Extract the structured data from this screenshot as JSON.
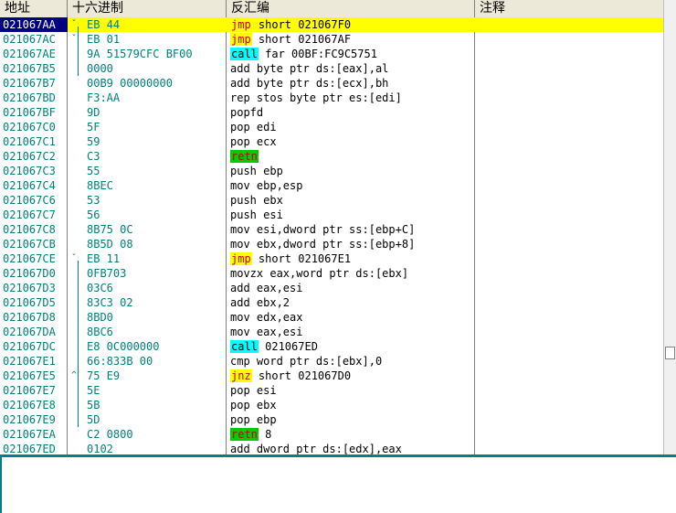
{
  "headers": {
    "address": "地址",
    "hex": "十六进制",
    "disasm": "反汇编",
    "comment": "注释"
  },
  "colors": {
    "selection": "#ffff00",
    "address": "#008080",
    "jmp_bg": "#ffff00",
    "call_bg": "#00ffff",
    "ret_bg": "#00cc00"
  },
  "rows": [
    {
      "addr": "021067AA",
      "hex": "EB 44",
      "mn": "jmp",
      "mn_type": "jmp",
      "ops": " short 021067F0",
      "sel": true,
      "jump": "v"
    },
    {
      "addr": "021067AC",
      "hex": "EB 01",
      "mn": "jmp",
      "mn_type": "jmp",
      "ops": " short 021067AF",
      "jump": "v"
    },
    {
      "addr": "021067AE",
      "hex": "9A 51579CFC BF00",
      "mn": "call",
      "mn_type": "call",
      "ops": " far 00BF:FC9C5751"
    },
    {
      "addr": "021067B5",
      "hex": "0000",
      "mn": "",
      "mn_type": "",
      "ops": "add byte ptr ds:[eax],al"
    },
    {
      "addr": "021067B7",
      "hex": "00B9 00000000",
      "mn": "",
      "mn_type": "",
      "ops": "add byte ptr ds:[ecx],bh"
    },
    {
      "addr": "021067BD",
      "hex": "F3:AA",
      "mn": "",
      "mn_type": "",
      "ops": "rep stos byte ptr es:[edi]"
    },
    {
      "addr": "021067BF",
      "hex": "9D",
      "mn": "",
      "mn_type": "",
      "ops": "popfd"
    },
    {
      "addr": "021067C0",
      "hex": "5F",
      "mn": "",
      "mn_type": "",
      "ops": "pop edi"
    },
    {
      "addr": "021067C1",
      "hex": "59",
      "mn": "",
      "mn_type": "",
      "ops": "pop ecx"
    },
    {
      "addr": "021067C2",
      "hex": "C3",
      "mn": "retn",
      "mn_type": "ret",
      "ops": ""
    },
    {
      "addr": "021067C3",
      "hex": "55",
      "mn": "",
      "mn_type": "",
      "ops": "push ebp"
    },
    {
      "addr": "021067C4",
      "hex": "8BEC",
      "mn": "",
      "mn_type": "",
      "ops": "mov ebp,esp"
    },
    {
      "addr": "021067C6",
      "hex": "53",
      "mn": "",
      "mn_type": "",
      "ops": "push ebx"
    },
    {
      "addr": "021067C7",
      "hex": "56",
      "mn": "",
      "mn_type": "",
      "ops": "push esi"
    },
    {
      "addr": "021067C8",
      "hex": "8B75 0C",
      "mn": "",
      "mn_type": "",
      "ops": "mov esi,dword ptr ss:[ebp+C]"
    },
    {
      "addr": "021067CB",
      "hex": "8B5D 08",
      "mn": "",
      "mn_type": "",
      "ops": "mov ebx,dword ptr ss:[ebp+8]"
    },
    {
      "addr": "021067CE",
      "hex": "EB 11",
      "mn": "jmp",
      "mn_type": "jmp",
      "ops": " short 021067E1",
      "jump": "v"
    },
    {
      "addr": "021067D0",
      "hex": "0FB703",
      "mn": "",
      "mn_type": "",
      "ops": "movzx eax,word ptr ds:[ebx]"
    },
    {
      "addr": "021067D3",
      "hex": "03C6",
      "mn": "",
      "mn_type": "",
      "ops": "add eax,esi"
    },
    {
      "addr": "021067D5",
      "hex": "83C3 02",
      "mn": "",
      "mn_type": "",
      "ops": "add ebx,2"
    },
    {
      "addr": "021067D8",
      "hex": "8BD0",
      "mn": "",
      "mn_type": "",
      "ops": "mov edx,eax"
    },
    {
      "addr": "021067DA",
      "hex": "8BC6",
      "mn": "",
      "mn_type": "",
      "ops": "mov eax,esi"
    },
    {
      "addr": "021067DC",
      "hex": "E8 0C000000",
      "mn": "call",
      "mn_type": "call",
      "ops": " 021067ED"
    },
    {
      "addr": "021067E1",
      "hex": "66:833B 00",
      "mn": "",
      "mn_type": "",
      "ops": "cmp word ptr ds:[ebx],0"
    },
    {
      "addr": "021067E5",
      "hex": "75 E9",
      "mn": "jnz",
      "mn_type": "jmp",
      "ops": " short 021067D0",
      "jump": "^"
    },
    {
      "addr": "021067E7",
      "hex": "5E",
      "mn": "",
      "mn_type": "",
      "ops": "pop esi"
    },
    {
      "addr": "021067E8",
      "hex": "5B",
      "mn": "",
      "mn_type": "",
      "ops": "pop ebx"
    },
    {
      "addr": "021067E9",
      "hex": "5D",
      "mn": "",
      "mn_type": "",
      "ops": "pop ebp"
    },
    {
      "addr": "021067EA",
      "hex": "C2 0800",
      "mn": "retn",
      "mn_type": "ret",
      "ops": " 8"
    },
    {
      "addr": "021067ED",
      "hex": "0102",
      "mn": "",
      "mn_type": "",
      "ops": "add dword ptr ds:[edx],eax"
    }
  ]
}
